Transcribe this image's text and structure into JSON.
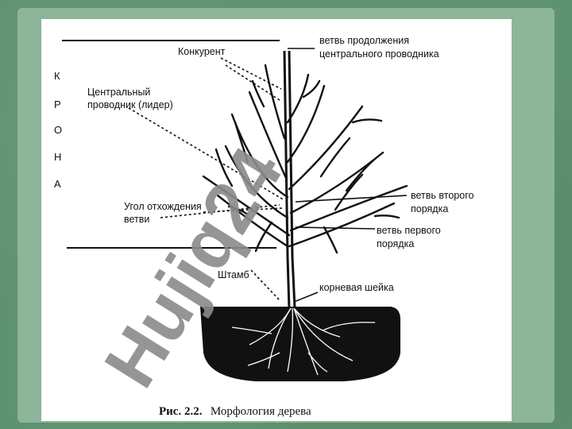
{
  "labels": {
    "central_leader_continuation": [
      "ветвь продолжения",
      "центрального проводника"
    ],
    "competitor": "Конкурент",
    "central_leader": [
      "Центральный",
      "проводник (лидер)"
    ],
    "branch_angle": [
      "Угол отхождения",
      "ветви"
    ],
    "second_order_branch": [
      "ветвь второго",
      "порядка"
    ],
    "first_order_branch": [
      "ветвь первого",
      "порядка"
    ],
    "trunk": "Штамб",
    "root_collar": "корневая шейка"
  },
  "crown_letters": [
    "К",
    "Р",
    "О",
    "Н",
    "А"
  ],
  "caption": {
    "number": "Рис. 2.2.",
    "title": "Морфология дерева"
  },
  "watermark": {
    "text": "Hujiq24",
    "color_gray": "#8a8a8a",
    "color_white": "#ffffff"
  },
  "colors": {
    "slide_bg": "#5f9270",
    "frame": "#8db59a",
    "ink": "#111111"
  }
}
